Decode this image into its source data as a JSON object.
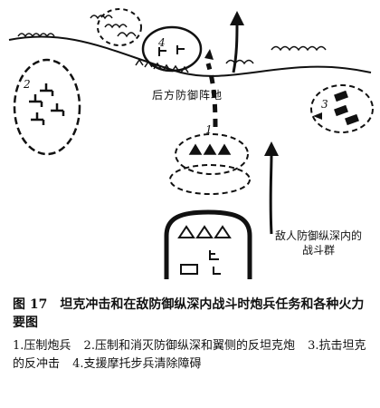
{
  "labels": {
    "rear_position": "后方防御阵地",
    "battle_group": "敌人防御纵深内的战斗群"
  },
  "zone_numbers": [
    "1",
    "2",
    "3",
    "4"
  ],
  "caption": {
    "figure_number": "图 17",
    "title": "坦克冲击和在敌防御纵深内战斗时炮兵任务和各种火力要图"
  },
  "legend": [
    "1.压制炮兵",
    "2.压制和消灭防御纵深和翼侧的反坦克炮",
    "3.抗击坦克的反冲击",
    "4.支援摩托步兵清除障碍"
  ],
  "icons": [
    "tank-icon",
    "anti-tank-gun-icon",
    "artillery-icon",
    "command-post-icon",
    "vehicle-icon"
  ],
  "colors": {
    "ink": "#111111",
    "paper": "#ffffff"
  }
}
